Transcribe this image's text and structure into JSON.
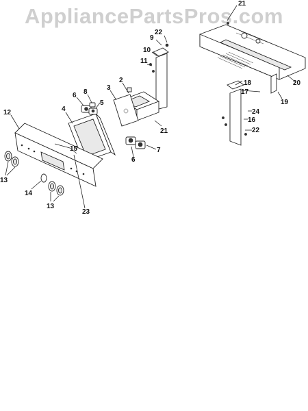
{
  "watermark": "AppliancePartsPros.com",
  "callouts": {
    "c21a": "21",
    "c22a": "22",
    "c9": "9",
    "c10": "10",
    "c11": "11",
    "c2": "2",
    "c3": "3",
    "c6a": "6",
    "c8": "8",
    "c5": "5",
    "c4": "4",
    "c12": "12",
    "c15": "15",
    "c13a": "13",
    "c14": "14",
    "c13b": "13",
    "c23": "23",
    "c6b": "6",
    "c7": "7",
    "c21b": "21",
    "c20": "20",
    "c18": "18",
    "c17": "17",
    "c19": "19",
    "c24": "24",
    "c16": "16",
    "c22b": "22"
  }
}
